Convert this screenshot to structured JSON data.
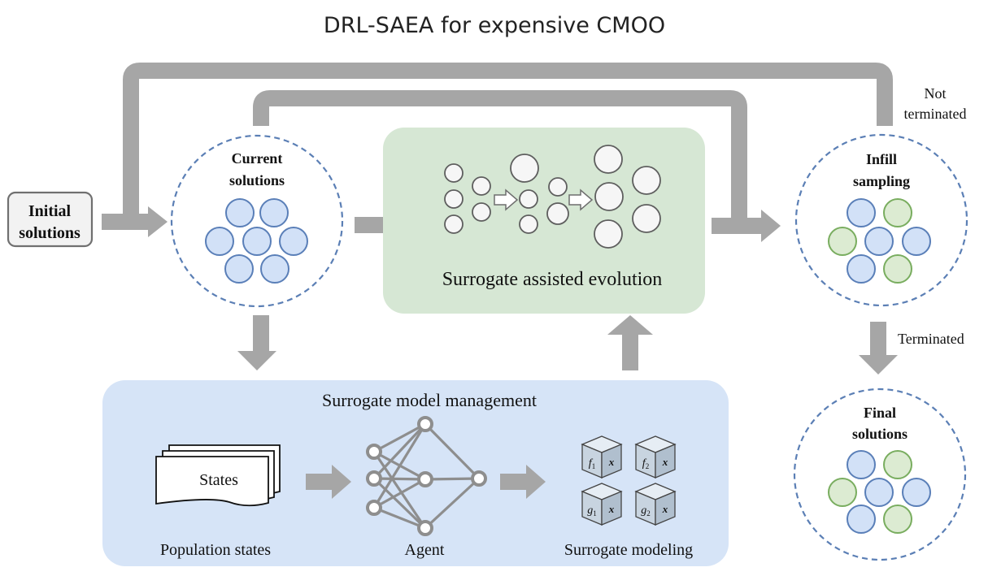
{
  "title": "DRL-SAEA for expensive CMOO",
  "nodes": {
    "initial": {
      "line1": "Initial",
      "line2": "solutions"
    },
    "current": {
      "line1": "Current",
      "line2": "solutions"
    },
    "evolution": {
      "label": "Surrogate assisted evolution"
    },
    "infill": {
      "line1": "Infill",
      "line2": "sampling"
    },
    "final": {
      "line1": "Final",
      "line2": "solutions"
    }
  },
  "labels": {
    "not_terminated_1": "Not",
    "not_terminated_2": "terminated",
    "terminated": "Terminated"
  },
  "management": {
    "title": "Surrogate model management",
    "states_doc": "States",
    "population_states": "Population states",
    "agent": "Agent",
    "surrogate_modeling": "Surrogate modeling",
    "cubes": [
      {
        "func": "f",
        "sub": "1",
        "var": "x"
      },
      {
        "func": "f",
        "sub": "2",
        "var": "x"
      },
      {
        "func": "g",
        "sub": "1",
        "var": "x"
      },
      {
        "func": "g",
        "sub": "2",
        "var": "x"
      }
    ]
  },
  "colors": {
    "arrow_gray": "#a6a6a6",
    "evolution_panel": "#d6e7d4",
    "management_panel": "#d6e4f7",
    "solution_blue": "#d2e1f7",
    "solution_green": "#dcebd2",
    "dashed_border": "#5b7fb5"
  }
}
